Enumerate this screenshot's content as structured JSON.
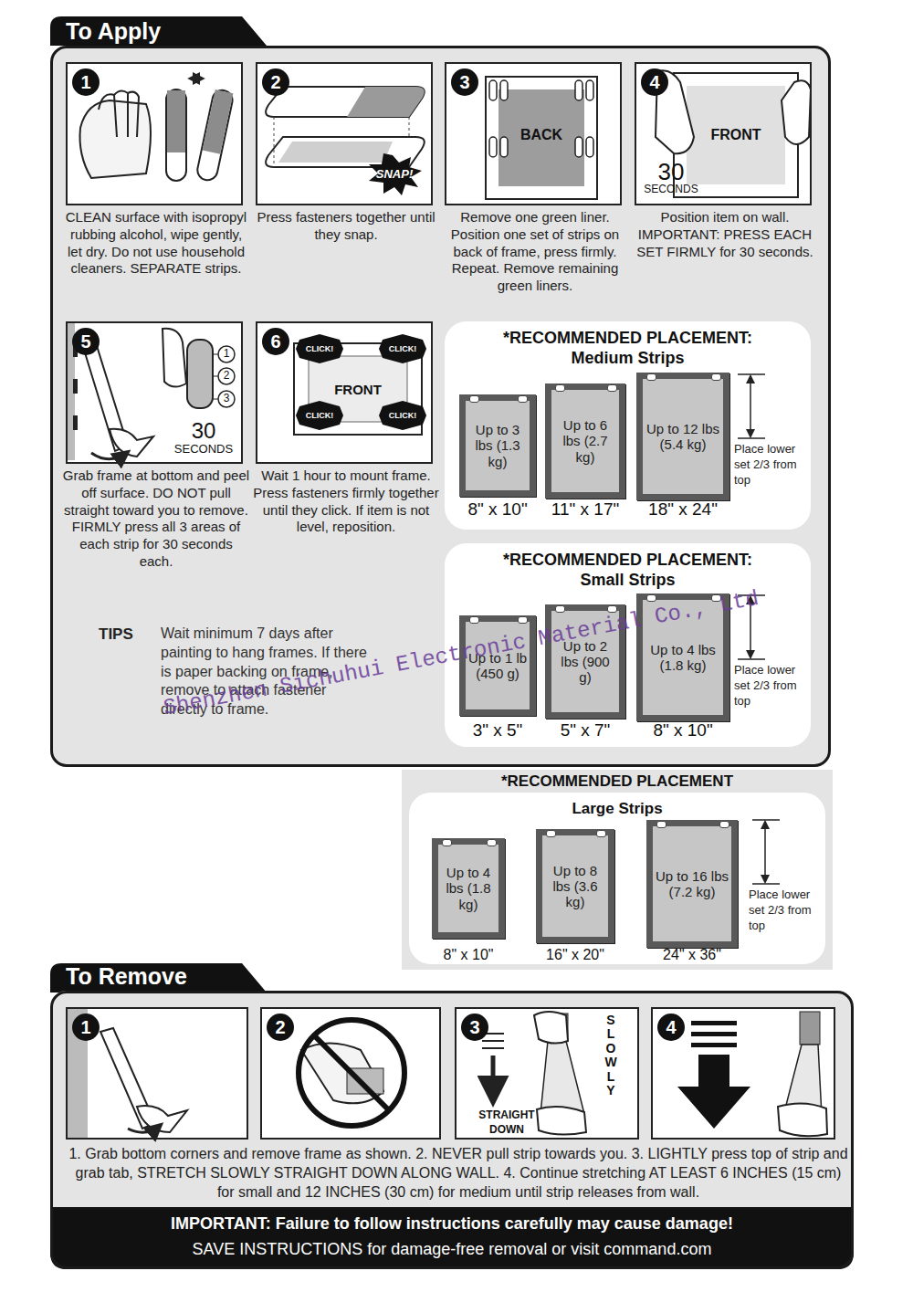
{
  "diagram": {
    "nodes": [
      {
        "text": [
          "To Apply"
        ]
      },
      {
        "text": [
          "1",
          "CLEAN surface with isopropyl rubbing alcohol, wipe gently, let dry. Do not use household cleaners. SEPARATE strips."
        ],
        "in": 0
      },
      {
        "text": [
          "2",
          "Press fasteners together until they snap."
        ],
        "in": 0
      },
      {
        "text": [
          "3",
          "Remove one green liner. Position one set of strips on back of frame, press firmly. Repeat. Remove remaining green liners."
        ],
        "in": 0
      },
      {
        "text": [
          "4",
          "Position item on wall. IMPORTANT: PRESS EACH SET FIRMLY for 30 seconds."
        ],
        "in": 0
      },
      {
        "text": [
          "5",
          "Grab frame at bottom and peel off surface. DO NOT pull straight toward you to remove. FIRMLY press all 3 areas of each strip for 30 seconds each."
        ],
        "in": 0
      },
      {
        "text": [
          "6",
          "Wait 1 hour to mount frame. Press fasteners firmly together until they click. If item is not level, reposition."
        ],
        "in": 0
      },
      {
        "text": [
          "*RECOMMENDED PLACEMENT: Medium Strips"
        ],
        "in": 0
      },
      {
        "text": [
          "Up to 3 lbs (1.3 kg)"
        ],
        "in": 7
      },
      {
        "text": [
          "Up to 6 lbs (2.7 kg)"
        ],
        "in": 7
      },
      {
        "text": [
          "Up to 12 lbs (5.4 kg)"
        ],
        "in": 7
      },
      {
        "text": [
          "*RECOMMENDED PLACEMENT: Small Strips"
        ],
        "in": 0
      },
      {
        "text": [
          "Up to 1 lb (450 g)"
        ],
        "in": 11
      },
      {
        "text": [
          "Up to 2 lbs (900 g)"
        ],
        "in": 11
      },
      {
        "text": [
          "Up to 4 lbs (1.8 kg)"
        ],
        "in": 11
      },
      {
        "text": [
          "*RECOMMENDED PLACEMENT",
          "Large Strips"
        ]
      },
      {
        "text": [
          "Up to 4 lbs (1.8 kg)"
        ],
        "in": 15
      },
      {
        "text": [
          "Up to 8 lbs (3.6 kg)"
        ],
        "in": 15
      },
      {
        "text": [
          "Up to 16 lbs (7.2 kg)"
        ],
        "in": 15
      },
      {
        "text": [
          "To Remove"
        ]
      },
      {
        "text": [
          "1"
        ],
        "in": 19
      },
      {
        "text": [
          "2"
        ],
        "in": 19
      },
      {
        "text": [
          "3"
        ],
        "in": 19
      },
      {
        "text": [
          "4"
        ],
        "in": 19
      }
    ],
    "labels": [
      "SNAP!",
      "BACK",
      "FRONT",
      "30",
      "SECONDS",
      "1",
      "2",
      "3",
      "30",
      "SECONDS",
      "CLICK!",
      "CLICK!",
      "CLICK!",
      "CLICK!",
      "FRONT",
      "8\" x 10\"",
      "11\" x 17\"",
      "18\" x 24\"",
      "Place lower set 2/3 from top",
      "3\" x 5\"",
      "5\" x 7\"",
      "8\" x 10\"",
      "Place lower set 2/3 from top",
      "TIPS",
      "Wait minimum 7 days after painting to hang frames. If there is paper backing on frame, remove to attach fastener directly to frame.",
      "Shenzhen Sichuhui Electronic Material Co., Ltd",
      "8\" x 10\"",
      "16\" x 20\"",
      "24\" x 36\"",
      "Place lower set 2/3 from top",
      "SLOWLY",
      "STRAIGHT DOWN",
      "1. Grab bottom corners and remove frame as shown. 2. NEVER pull strip towards you. 3. LIGHTLY press top of strip and grab tab, STRETCH SLOWLY STRAIGHT DOWN ALONG WALL. 4. Continue stretching AT LEAST 6 INCHES (15 cm) for small and 12 INCHES (30 cm) for medium until strip releases from wall.",
      "IMPORTANT: Failure to follow instructions carefully may cause damage!",
      "SAVE INSTRUCTIONS for damage-free removal or visit command.com"
    ]
  }
}
